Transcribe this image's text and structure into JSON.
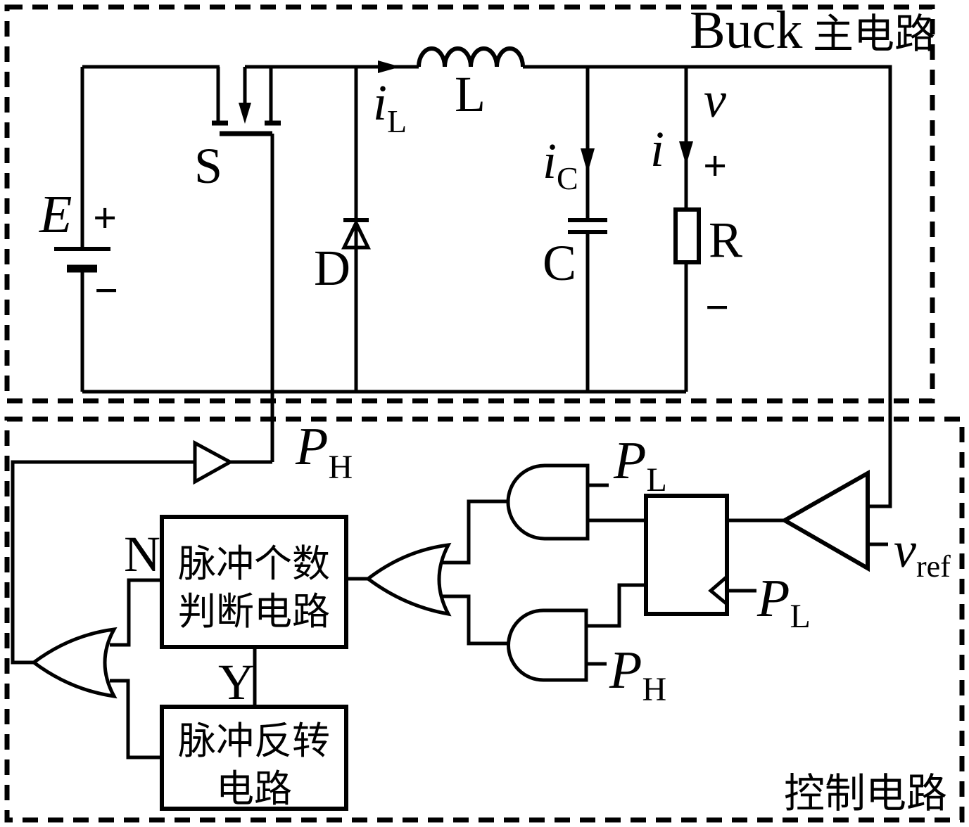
{
  "buck": {
    "title_prefix": "Buck",
    "title_suffix": " 主电路",
    "source_label": "E",
    "switch_label": "S",
    "diode_label": "D",
    "inductor_label": "L",
    "inductor_current": {
      "base": "i",
      "sub": "L"
    },
    "cap_current": {
      "base": "i",
      "sub": "C"
    },
    "capacitor_label": "C",
    "load_current": "i",
    "output_voltage": "v",
    "resistor_label": "R",
    "plus": "+",
    "minus": "−"
  },
  "control": {
    "title": "控制电路",
    "ph_gate_drive": {
      "base": "P",
      "sub": "H"
    },
    "pl_and_input": {
      "base": "P",
      "sub": "L"
    },
    "ph_and_input": {
      "base": "P",
      "sub": "H"
    },
    "pl_clock_input": {
      "base": "P",
      "sub": "L"
    },
    "vref": {
      "base": "v",
      "sub": "ref"
    },
    "n_label": "N",
    "y_label": "Y",
    "pulse_count_box": {
      "line1": "脉冲个数",
      "line2": "判断电路"
    },
    "pulse_invert_box": {
      "line1": "脉冲反转",
      "line2": "电路"
    }
  },
  "colors": {
    "line": "#000000",
    "background": "#ffffff"
  }
}
